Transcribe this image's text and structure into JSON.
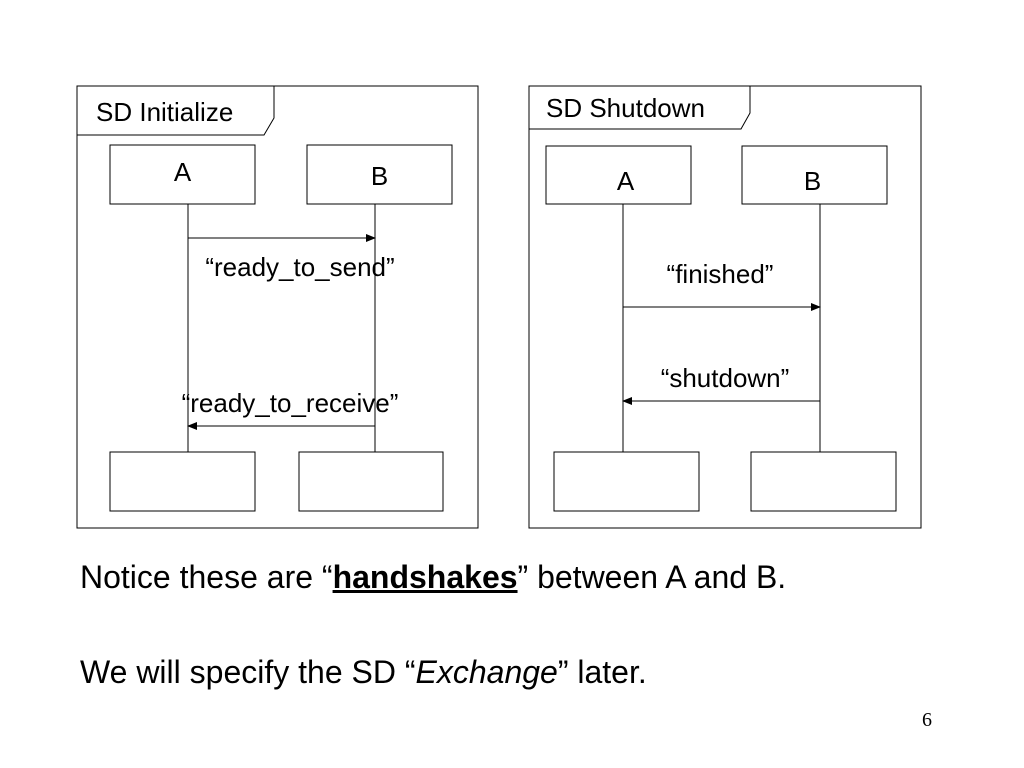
{
  "diagrams": [
    {
      "title": "SD Initialize",
      "objects": [
        "A",
        "B"
      ],
      "messages": [
        {
          "label": "“ready_to_send”",
          "from": "A",
          "to": "B"
        },
        {
          "label": "“ready_to_receive”",
          "from": "B",
          "to": "A"
        }
      ]
    },
    {
      "title": "SD Shutdown",
      "objects": [
        "A",
        "B"
      ],
      "messages": [
        {
          "label": "“finished”",
          "from": "A",
          "to": "B"
        },
        {
          "label": "“shutdown”",
          "from": "B",
          "to": "A"
        }
      ]
    }
  ],
  "notes": {
    "line1": {
      "before": "Notice these are “",
      "emph": "handshakes",
      "after": "” between A and B."
    },
    "line2": {
      "before": "We will specify the SD “",
      "emph": "Exchange",
      "after": "” later."
    }
  },
  "page_number": "6"
}
